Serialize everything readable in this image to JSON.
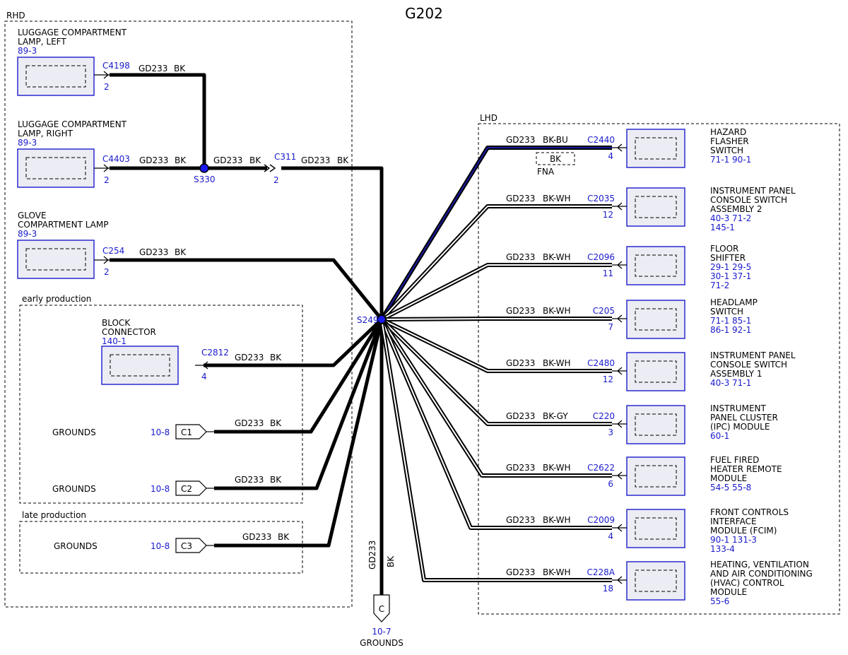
{
  "title": "G202",
  "regions": {
    "rhd": "RHD",
    "lhd": "LHD",
    "early": "early production",
    "late": "late production"
  },
  "splices": {
    "s330": "S330",
    "s249": "S249"
  },
  "inline_connector": {
    "id": "C311",
    "pin": "2"
  },
  "rhd_components": [
    {
      "name": [
        "LUGGAGE COMPARTMENT",
        "LAMP, LEFT"
      ],
      "refs": [
        "89-3"
      ],
      "connector": "C4198",
      "pin": "2",
      "wire": "GD233",
      "color": "BK"
    },
    {
      "name": [
        "LUGGAGE COMPARTMENT",
        "LAMP, RIGHT"
      ],
      "refs": [
        "89-3"
      ],
      "connector": "C4403",
      "pin": "2",
      "wire": "GD233",
      "color": "BK"
    },
    {
      "name": [
        "GLOVE",
        "COMPARTMENT LAMP"
      ],
      "refs": [
        "89-3"
      ],
      "connector": "C254",
      "pin": "2",
      "wire": "GD233",
      "color": "BK"
    },
    {
      "name": [
        "BLOCK",
        "CONNECTOR"
      ],
      "refs": [
        "140-1"
      ],
      "connector": "C2812",
      "pin": "4",
      "wire": "GD233",
      "color": "BK"
    }
  ],
  "splice_wires": [
    {
      "wire": "GD233",
      "color": "BK"
    },
    {
      "wire": "GD233",
      "color": "BK"
    }
  ],
  "grounds": [
    {
      "label": "GROUNDS",
      "ref": "10-8",
      "tag": "C1",
      "wire": "GD233",
      "color": "BK"
    },
    {
      "label": "GROUNDS",
      "ref": "10-8",
      "tag": "C2",
      "wire": "GD233",
      "color": "BK"
    },
    {
      "label": "GROUNDS",
      "ref": "10-8",
      "tag": "C3",
      "wire": "GD233",
      "color": "BK"
    }
  ],
  "main_ground": {
    "tag": "C",
    "ref": "10-7",
    "label": "GROUNDS",
    "wire": "GD233",
    "color": "BK"
  },
  "fna": {
    "color": "BK",
    "label": "FNA"
  },
  "lhd_components": [
    {
      "name": [
        "HAZARD",
        "FLASHER",
        "SWITCH"
      ],
      "refs": [
        "71-1  90-1"
      ],
      "connector": "C2440",
      "pin": "4",
      "wire": "GD233",
      "color": "BK-BU",
      "stripe": "#1a1aa0"
    },
    {
      "name": [
        "INSTRUMENT PANEL",
        "CONSOLE SWITCH",
        "ASSEMBLY 2"
      ],
      "refs": [
        "40-3  71-2",
        "145-1"
      ],
      "connector": "C2035",
      "pin": "12",
      "wire": "GD233",
      "color": "BK-WH",
      "stripe": "#ffffff"
    },
    {
      "name": [
        "FLOOR",
        "SHIFTER"
      ],
      "refs": [
        "29-1  29-5",
        "30-1  37-1",
        "71-2"
      ],
      "connector": "C2096",
      "pin": "11",
      "wire": "GD233",
      "color": "BK-WH",
      "stripe": "#ffffff"
    },
    {
      "name": [
        "HEADLAMP",
        "SWITCH"
      ],
      "refs": [
        "71-1  85-1",
        "86-1  92-1"
      ],
      "connector": "C205",
      "pin": "7",
      "wire": "GD233",
      "color": "BK-WH",
      "stripe": "#ffffff"
    },
    {
      "name": [
        "INSTRUMENT PANEL",
        "CONSOLE SWITCH",
        "ASSEMBLY 1"
      ],
      "refs": [
        "40-3  71-1"
      ],
      "connector": "C2480",
      "pin": "12",
      "wire": "GD233",
      "color": "BK-WH",
      "stripe": "#ffffff"
    },
    {
      "name": [
        "INSTRUMENT",
        "PANEL CLUSTER",
        "(IPC) MODULE"
      ],
      "refs": [
        "60-1"
      ],
      "connector": "C220",
      "pin": "3",
      "wire": "GD233",
      "color": "BK-GY",
      "stripe": "#ffffff"
    },
    {
      "name": [
        "FUEL FIRED",
        "HEATER REMOTE",
        "MODULE"
      ],
      "refs": [
        "54-5  55-8"
      ],
      "connector": "C2622",
      "pin": "6",
      "wire": "GD233",
      "color": "BK-WH",
      "stripe": "#ffffff"
    },
    {
      "name": [
        "FRONT CONTROLS",
        "INTERFACE",
        "MODULE (FCIM)"
      ],
      "refs": [
        "90-1  131-3",
        "133-4"
      ],
      "connector": "C2009",
      "pin": "4",
      "wire": "GD233",
      "color": "BK-WH",
      "stripe": "#ffffff"
    },
    {
      "name": [
        "HEATING, VENTILATION",
        "AND AIR CONDITIONING",
        "(HVAC) CONTROL",
        "MODULE"
      ],
      "refs": [
        "55-6"
      ],
      "connector": "C228A",
      "pin": "18",
      "wire": "GD233",
      "color": "BK-WH",
      "stripe": "#ffffff"
    }
  ],
  "colors": {
    "wire": "#000000",
    "reference": "#1a1acc",
    "component_fill": "#ececf4",
    "component_border": "#2a2ad0",
    "splice": "#1a1aee"
  }
}
